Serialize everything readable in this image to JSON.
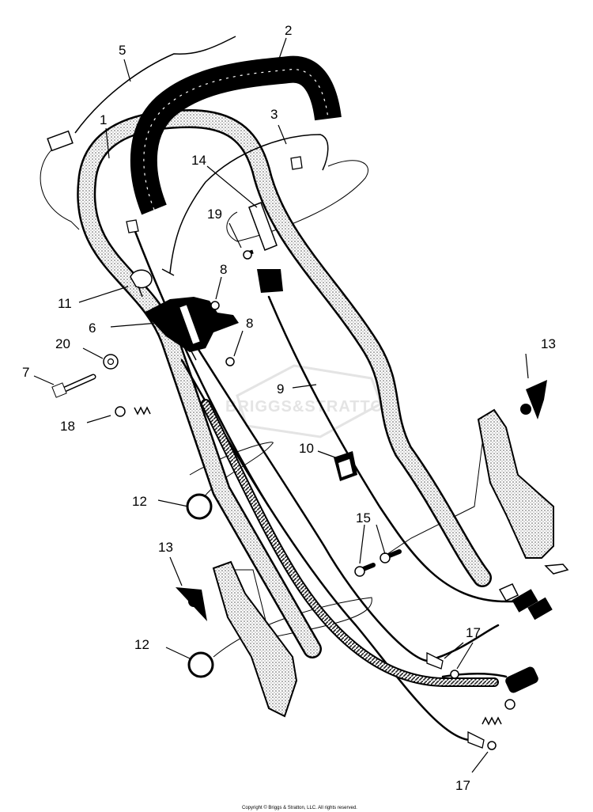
{
  "callouts": [
    {
      "id": "c1",
      "text": "1"
    },
    {
      "id": "c2",
      "text": "2"
    },
    {
      "id": "c3",
      "text": "3"
    },
    {
      "id": "c5",
      "text": "5"
    },
    {
      "id": "c6",
      "text": "6"
    },
    {
      "id": "c7",
      "text": "7"
    },
    {
      "id": "c8a",
      "text": "8"
    },
    {
      "id": "c8b",
      "text": "8"
    },
    {
      "id": "c9",
      "text": "9"
    },
    {
      "id": "c10",
      "text": "10"
    },
    {
      "id": "c11",
      "text": "11"
    },
    {
      "id": "c12a",
      "text": "12"
    },
    {
      "id": "c12b",
      "text": "12"
    },
    {
      "id": "c13a",
      "text": "13"
    },
    {
      "id": "c13b",
      "text": "13"
    },
    {
      "id": "c14",
      "text": "14"
    },
    {
      "id": "c15",
      "text": "15"
    },
    {
      "id": "c17a",
      "text": "17"
    },
    {
      "id": "c17b",
      "text": "17"
    },
    {
      "id": "c18",
      "text": "18"
    },
    {
      "id": "c19",
      "text": "19"
    },
    {
      "id": "c20",
      "text": "20"
    }
  ],
  "watermark": "BRIGGS&STRATTON",
  "copyright": "Copyright © Briggs & Stratton, LLC. All rights reserved.",
  "colors": {
    "ink": "#000000",
    "watermark": "#e4e4e4",
    "background": "#ffffff",
    "stipple": "#777777"
  }
}
